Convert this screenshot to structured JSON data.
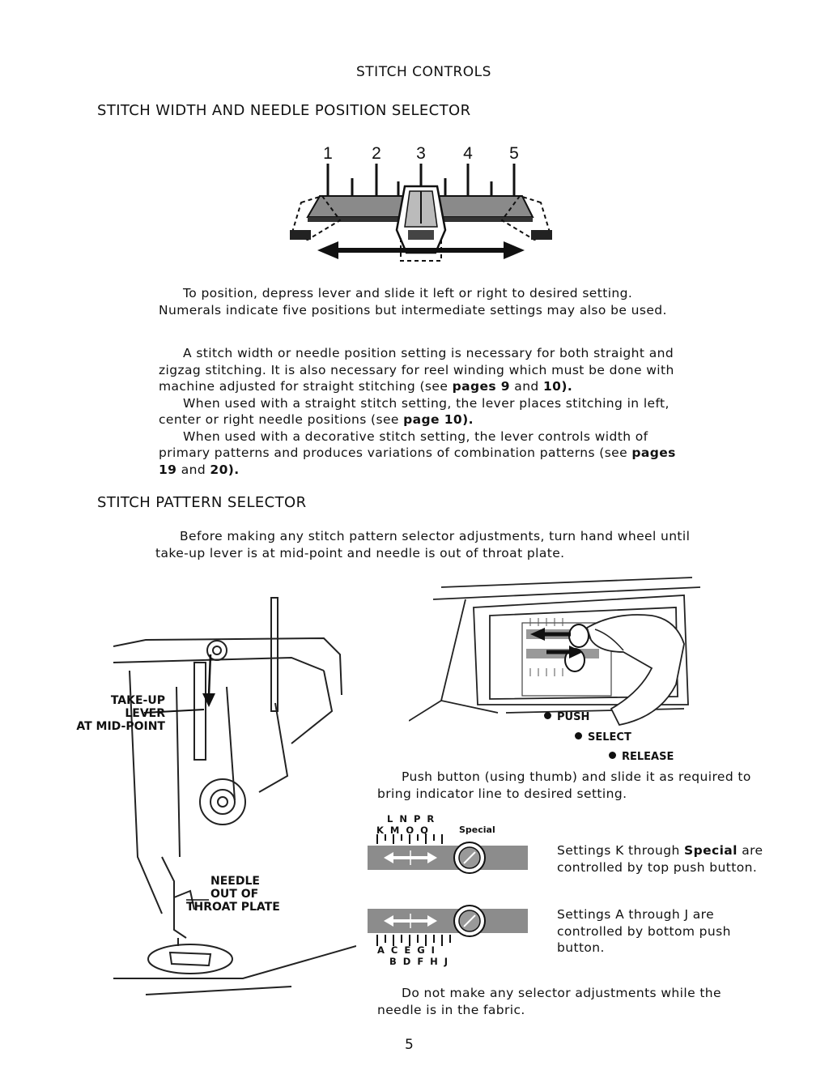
{
  "page": {
    "title": "STITCH CONTROLS",
    "page_number": "5"
  },
  "width_section": {
    "heading": "STITCH WIDTH AND NEEDLE POSITION SELECTOR",
    "diagram_numbers": [
      "1",
      "2",
      "3",
      "4",
      "5"
    ],
    "para1": "To position, depress lever and slide it left or right to desired setting. Numerals indicate five positions but intermediate settings may also be used.",
    "para2_a": "A stitch width or needle position setting is necessary for both straight and zigzag stitching. It is also necessary for reel winding which must be done with machine adjusted for straight stitching (see ",
    "para2_ref1": "pages 9",
    "para2_b": " and ",
    "para2_ref2": "10).",
    "para3_a": "When used with a straight stitch setting, the lever places stitching in left, center or right needle positions (see ",
    "para3_ref": "page 10).",
    "para4_a": "When used with a decorative stitch setting, the lever controls width of primary patterns and produces variations of combination patterns (see ",
    "para4_ref1": "pages 19",
    "para4_b": " and ",
    "para4_ref2": "20)."
  },
  "pattern_section": {
    "heading": "STITCH PATTERN SELECTOR",
    "intro": "Before making any stitch pattern selector adjustments, turn hand wheel until take-up lever is at mid-point and needle is out of throat plate.",
    "callout_takeup": [
      "TAKE-UP",
      "LEVER",
      "AT MID-POINT"
    ],
    "callout_needle": [
      "NEEDLE",
      "OUT OF",
      "THROAT PLATE"
    ],
    "steps": [
      "PUSH",
      "SELECT",
      "RELEASE"
    ],
    "push_text": "Push button (using thumb) and slide it as required to bring indicator line to desired setting.",
    "top_letters_upper": [
      "L",
      "N",
      "P",
      "R"
    ],
    "top_letters_lower": [
      "K",
      "M",
      "O",
      "Q"
    ],
    "special_label": "Special",
    "bottom_letters_upper": [
      "A",
      "C",
      "E",
      "G",
      "I"
    ],
    "bottom_letters_lower": [
      "B",
      "D",
      "F",
      "H",
      "J"
    ],
    "top_desc_a": "Settings K through ",
    "top_desc_special": "Special",
    "top_desc_b": " are controlled by top push button.",
    "bottom_desc": "Settings A through J are controlled by bottom push button.",
    "warning": "Do not make any selector adjustments while the needle is in the fabric."
  }
}
